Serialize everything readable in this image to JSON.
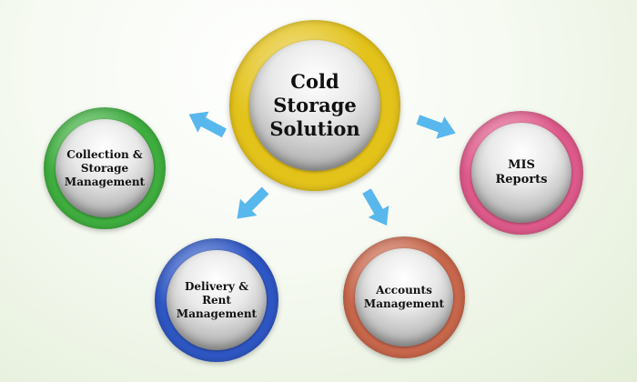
{
  "diagram": {
    "center": {
      "label": "Cold Storage\nSolution",
      "color": "#e3c21a"
    },
    "nodes": [
      {
        "id": "collection",
        "label": "Collection &\nStorage\nManagement",
        "color": "#3fae3f"
      },
      {
        "id": "mis",
        "label": "MIS\nReports",
        "color": "#de5a8a"
      },
      {
        "id": "delivery",
        "label": "Delivery &\nRent\nManagement",
        "color": "#2f57c4"
      },
      {
        "id": "accounts",
        "label": "Accounts\nManagement",
        "color": "#c8674c"
      }
    ],
    "arrow_color": "#58b8ee"
  }
}
